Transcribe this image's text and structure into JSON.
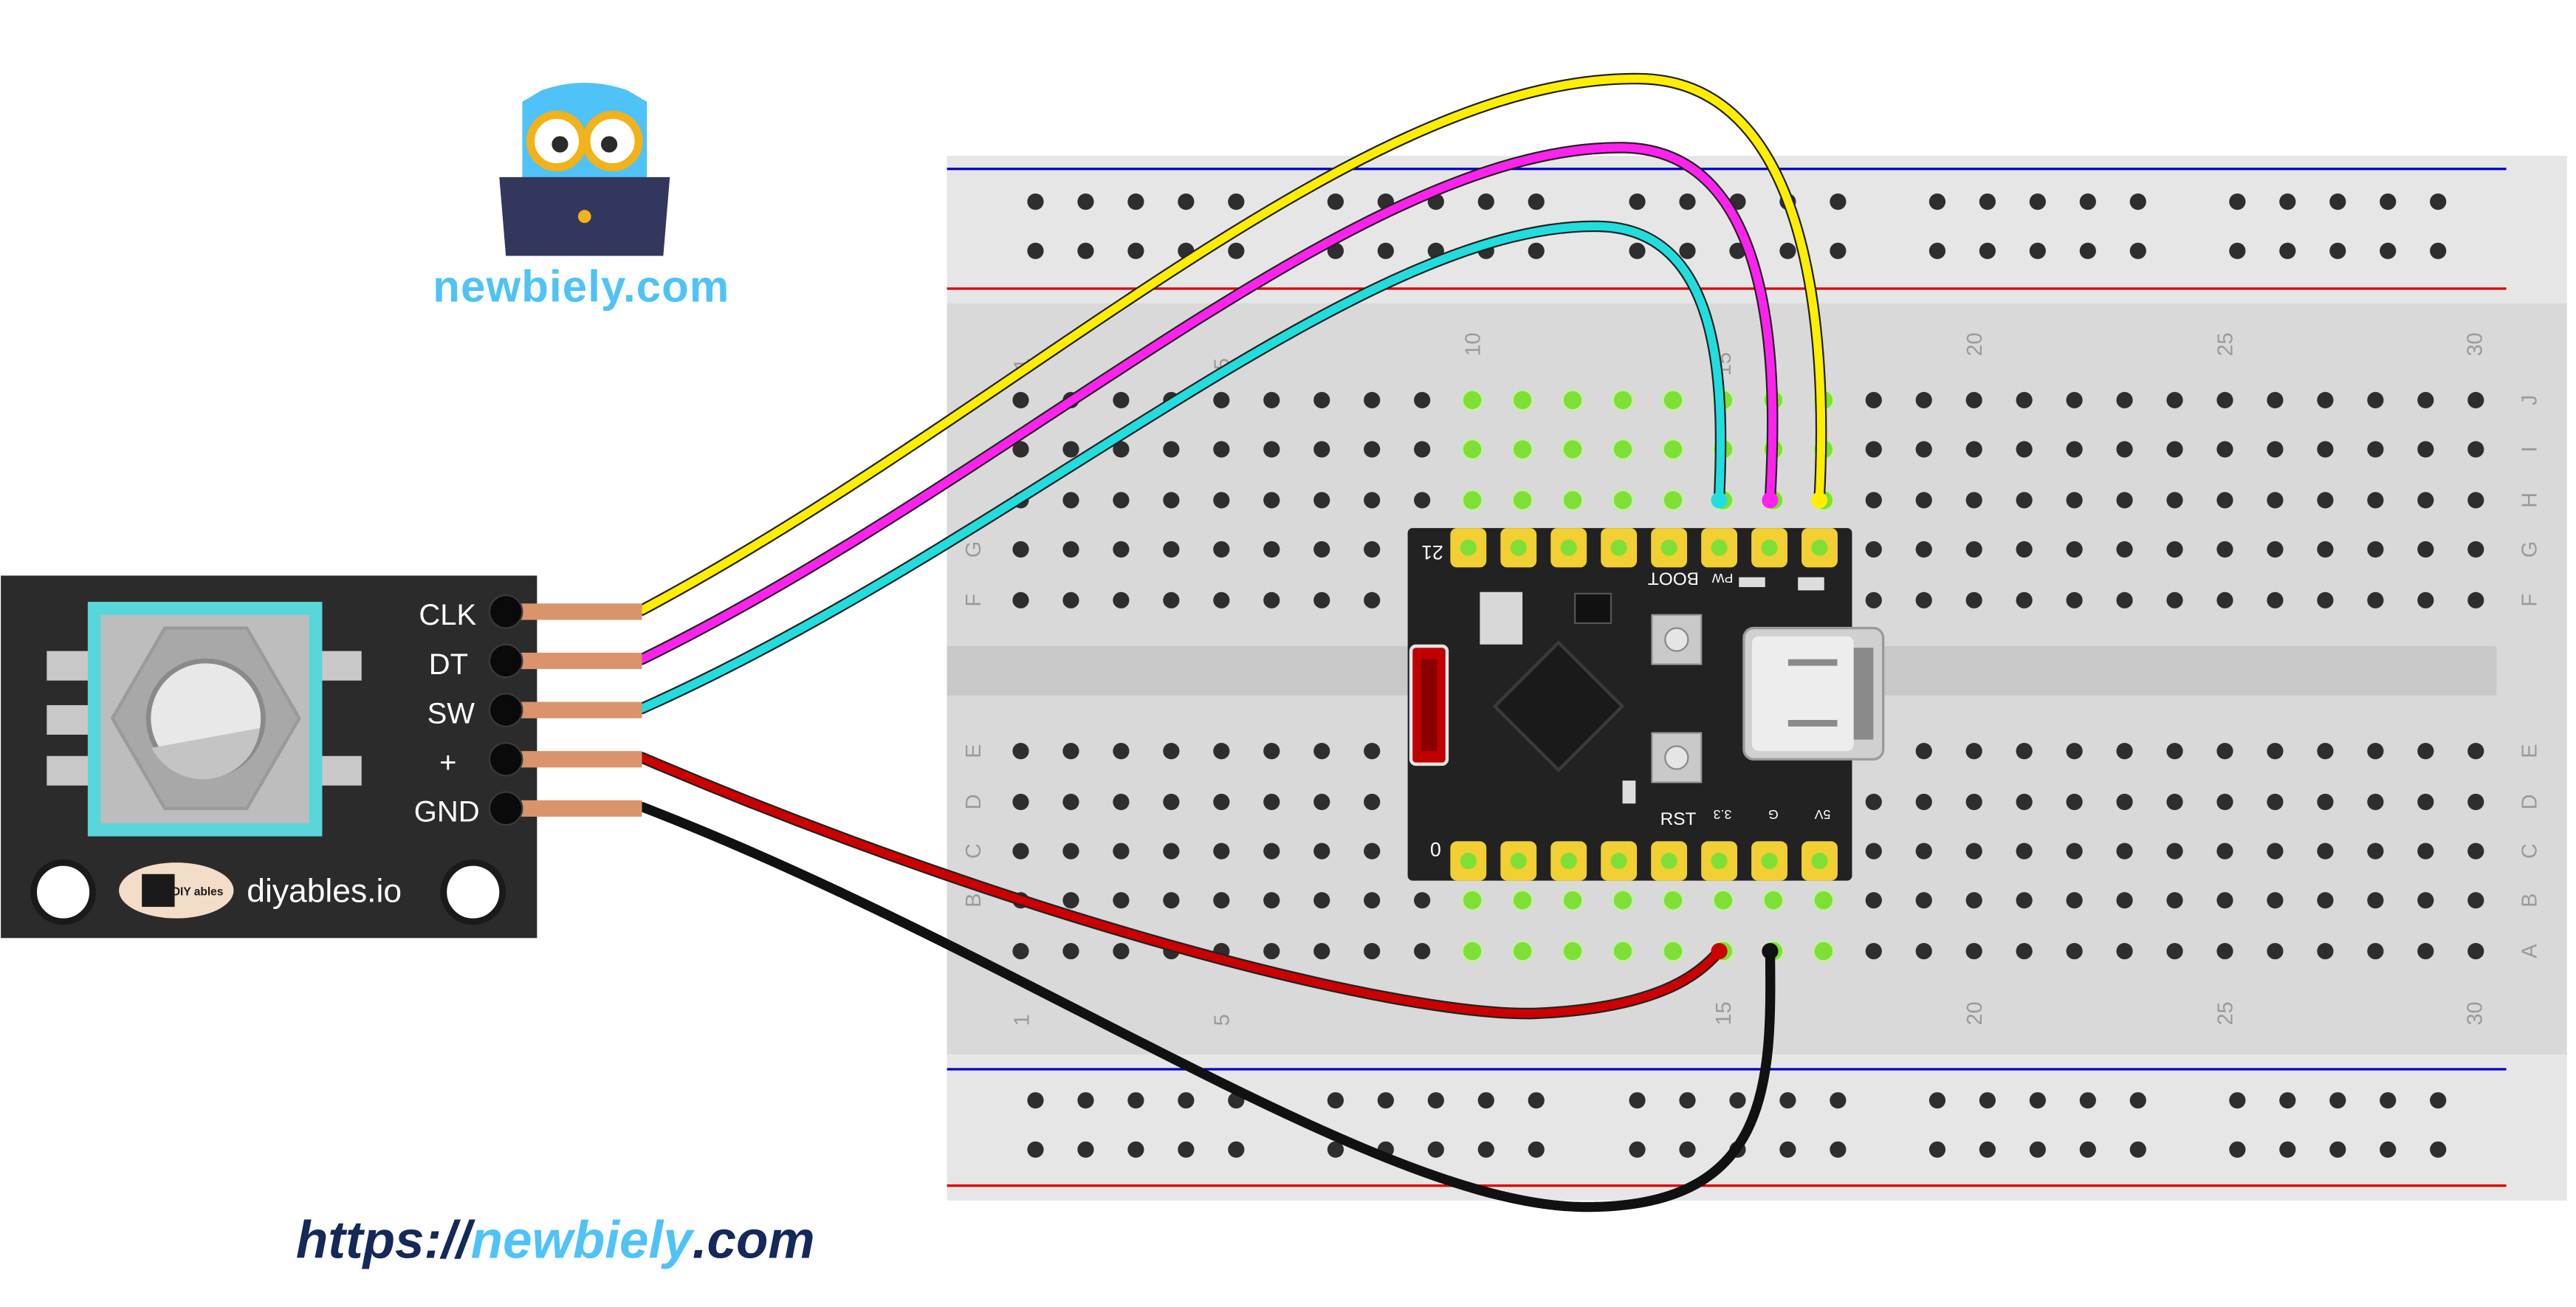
{
  "branding": {
    "site_logo_text": "newbiely.com",
    "footer_url_prefix": "https://",
    "footer_url_brand": "newbiely",
    "footer_url_suffix": ".com",
    "module_brand_badge": "DIY ables",
    "module_brand_text": "diyables.io"
  },
  "encoder": {
    "pins": [
      "CLK",
      "DT",
      "SW",
      "+",
      "GND"
    ]
  },
  "breadboard": {
    "column_numbers": [
      "1",
      "5",
      "10",
      "15",
      "20",
      "25",
      "30"
    ],
    "row_letters_top": [
      "J",
      "I",
      "H",
      "G",
      "F"
    ],
    "row_letters_bottom": [
      "E",
      "D",
      "C",
      "B",
      "A"
    ]
  },
  "board": {
    "top_label_left": "21",
    "bottom_label_left": "0",
    "top_labels": [
      "BOOT",
      "PW"
    ],
    "bottom_labels": [
      "RST",
      "3.3",
      "G",
      "5V"
    ]
  },
  "wires": [
    {
      "from": "CLK",
      "color": "#ffee00"
    },
    {
      "from": "DT",
      "color": "#ff22ee"
    },
    {
      "from": "SW",
      "color": "#22dddd"
    },
    {
      "from": "+",
      "color": "#cc0000"
    },
    {
      "from": "GND",
      "color": "#111111"
    }
  ],
  "colors": {
    "brand_blue": "#4fc3f7",
    "footer_navy": "#14285a",
    "breadboard": "#d9d9d9",
    "rail_blue": "#0000cc",
    "rail_red": "#dd0000",
    "module_body": "#2b2b2b",
    "knob_teal": "#59d6d9",
    "board_body": "#222222",
    "pad_gold": "#f2cf33",
    "hole_green": "#7ee036"
  }
}
